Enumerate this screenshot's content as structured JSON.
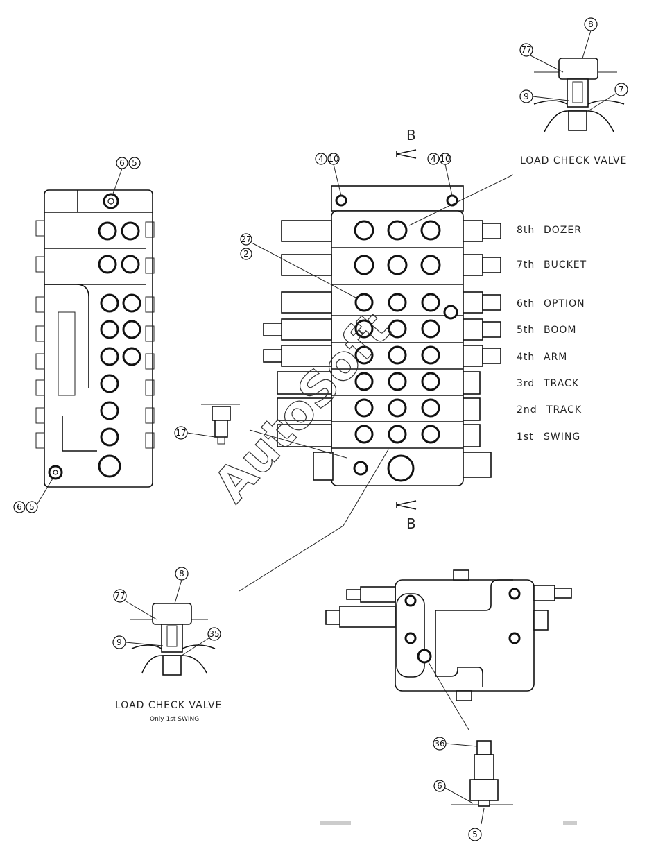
{
  "watermark": "AutoSoft",
  "section_marker": "B",
  "load_check_valve_label": "LOAD CHECK VALVE",
  "lower_note": "Only 1st SWING",
  "sections": [
    {
      "num": "8th",
      "name": "DOZER"
    },
    {
      "num": "7th",
      "name": "BUCKET"
    },
    {
      "num": "6th",
      "name": "OPTION"
    },
    {
      "num": "5th",
      "name": "BOOM"
    },
    {
      "num": "4th",
      "name": "ARM"
    },
    {
      "num": "3rd",
      "name": "TRACK"
    },
    {
      "num": "2nd",
      "name": "TRACK"
    },
    {
      "num": "1st",
      "name": "SWING"
    }
  ],
  "callouts": {
    "c8": "8",
    "c77": "77",
    "c9": "9",
    "c7": "7",
    "c4": "4",
    "c10": "10",
    "c6": "6",
    "c5": "5",
    "c27": "27",
    "c2": "2",
    "c17": "17",
    "c35": "35",
    "c36": "36"
  }
}
